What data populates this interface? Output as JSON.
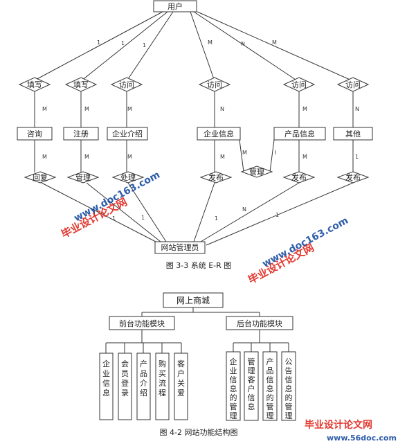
{
  "er_diagram": {
    "top_entity": "用户",
    "bottom_entity": "网站管理员",
    "top_relations": [
      "填写",
      "填写",
      "访问",
      "访问",
      "访问",
      "访问"
    ],
    "middle_entities": [
      "咨询",
      "注册",
      "企业介绍",
      "企业信息",
      "产品信息",
      "其他"
    ],
    "bottom_relations": [
      "回复",
      "管理",
      "处理",
      "发布",
      "管理",
      "发布",
      "发布"
    ],
    "top_cardinalities": [
      "1",
      "1",
      "1",
      "M",
      "N",
      "M"
    ],
    "upper_cardinalities": [
      "M",
      "M",
      "M",
      "N",
      "M",
      "N"
    ],
    "lower_cardinalities": [
      "M",
      "M",
      "M",
      "M",
      "M",
      "I",
      "M",
      "1"
    ],
    "bottom_cardinalities": [
      "1",
      "1",
      "1",
      "1",
      "N",
      "1"
    ],
    "caption": "图 3-3  系统 E-R 图"
  },
  "structure_diagram": {
    "root": "网上商城",
    "modules": [
      {
        "name": "前台功能模块",
        "children": [
          "企业信息",
          "会员登录",
          "产品介绍",
          "购买流程",
          "客户关爱"
        ]
      },
      {
        "name": "后台功能模块",
        "children": [
          "企业信息的管理",
          "管理客户信息",
          "产品信息的管理",
          "公告信息的管理"
        ]
      }
    ],
    "caption": "图 4-2 网站功能结构图"
  },
  "watermarks": {
    "cn": "毕业设计论文网",
    "url": "www.doc163.com",
    "footer_cn": "毕业设计论文网",
    "footer_url": "www.56doc.com"
  }
}
